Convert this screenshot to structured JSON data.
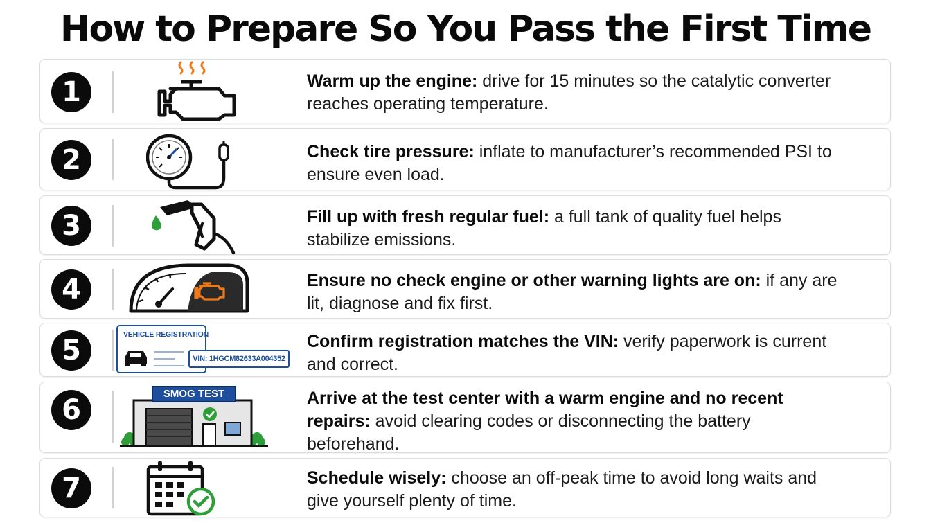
{
  "title": "How to Prepare So You Pass the First Time",
  "steps": [
    {
      "number": "1",
      "icon": "engine-icon",
      "heading": "Warm up the engine:",
      "body": " drive for 15 minutes so the catalytic converter reaches operating temperature."
    },
    {
      "number": "2",
      "icon": "tire-gauge-icon",
      "heading": "Check tire pressure:",
      "body": " inflate to manufacturer’s recommended PSI to ensure even load."
    },
    {
      "number": "3",
      "icon": "fuel-nozzle-icon",
      "heading": "Fill up with fresh regular fuel:",
      "body": " a full tank of quality fuel helps stabilize emissions."
    },
    {
      "number": "4",
      "icon": "dashboard-warning-icon",
      "heading": "Ensure no check engine or other warning lights are on:",
      "body": " if any are lit, diagnose and fix first."
    },
    {
      "number": "5",
      "icon": "registration-card-icon",
      "heading": "Confirm registration matches the VIN:",
      "body": " verify paperwork is current and correct."
    },
    {
      "number": "6",
      "icon": "smog-test-center-icon",
      "heading": "Arrive at the test center with a warm engine and no recent repairs:",
      "body": " avoid clearing codes or disconnecting the battery beforehand."
    },
    {
      "number": "7",
      "icon": "calendar-check-icon",
      "heading": "Schedule wisely:",
      "body": " choose an off-peak time to avoid long waits and give yourself plenty of time."
    }
  ],
  "registration_card": {
    "header": "VEHICLE REGISTRATION",
    "vin": "VIN: 1HGCM82633A004352"
  },
  "smog_sign": "SMOG TEST",
  "colors": {
    "accent_orange": "#f07a1a",
    "accent_green": "#2f9e3a",
    "accent_blue": "#1d4f9c",
    "badge_black": "#0b0b0b"
  }
}
